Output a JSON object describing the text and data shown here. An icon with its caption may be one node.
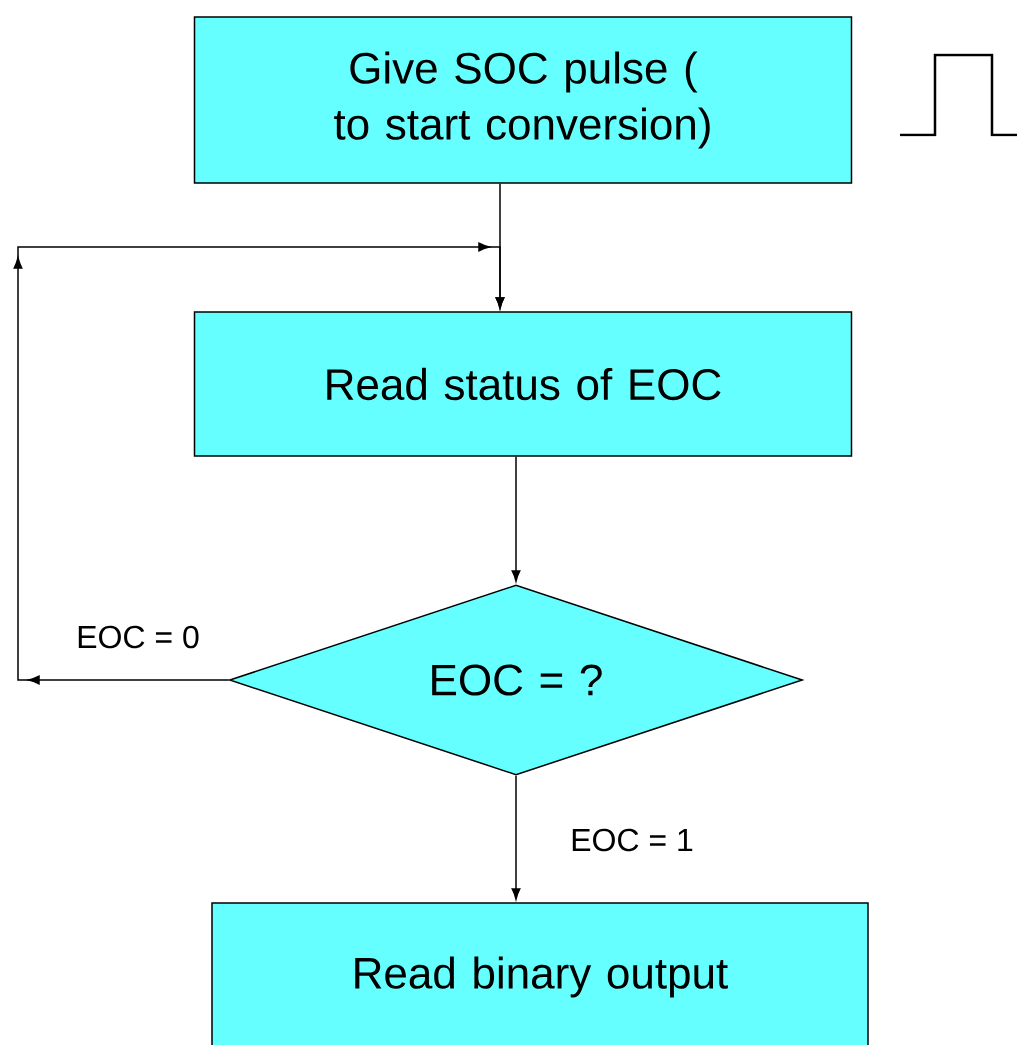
{
  "diagram": {
    "nodes": [
      {
        "text": [
          "Give SOC pulse ( to start conversion)"
        ]
      },
      {
        "text": [
          "Read status of EOC"
        ]
      },
      {
        "text": [
          "EOC = ?"
        ]
      },
      {
        "text": [
          "Read binary output"
        ]
      }
    ],
    "edges": [
      {
        "from": 0,
        "to": 1,
        "arrow": "to"
      },
      {
        "from": 1,
        "to": 2,
        "arrow": "to"
      },
      {
        "from": 2,
        "to": 1,
        "arrow": "to",
        "label": "EOC = 0"
      },
      {
        "from": 2,
        "to": 3,
        "arrow": "to",
        "label": "EOC = 1"
      }
    ]
  }
}
